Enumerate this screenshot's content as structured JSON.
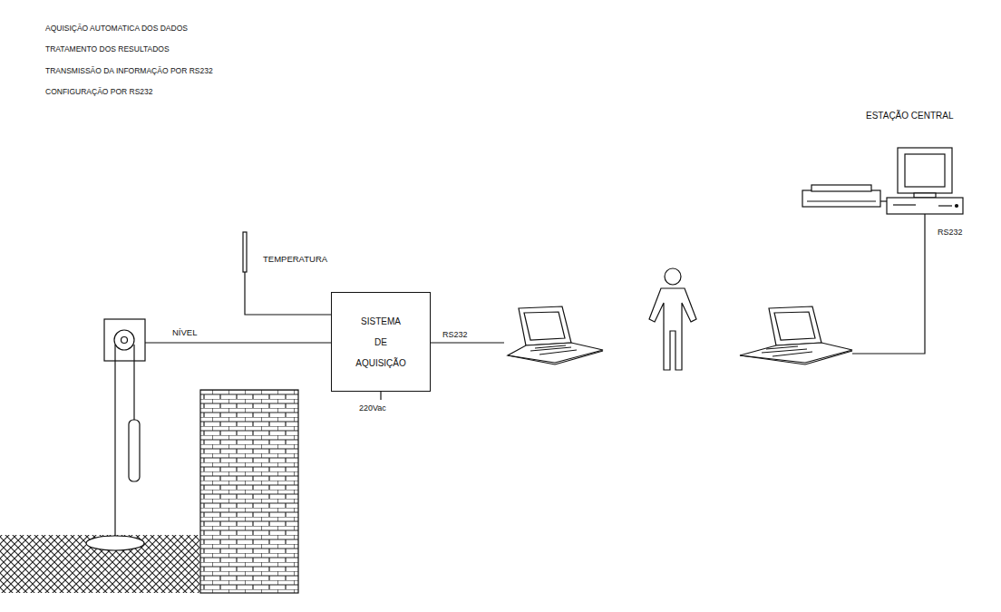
{
  "diagram": {
    "nodes": [
      {
        "text": [
          "SISTEMA DE AQUISIÇÃO"
        ]
      }
    ],
    "labels": [
      "AQUISIÇÃO AUTOMATICA DOS DADOS",
      "TRATAMENTO DOS RESULTADOS",
      "TRANSMISSÃO DA INFORMAÇÃO POR RS232",
      "CONFIGURAÇÃO POR RS232",
      "ESTAÇÃO CENTRAL",
      "RS232",
      "TEMPERATURA",
      "NÍVEL",
      "RS232",
      "220Vac"
    ]
  }
}
